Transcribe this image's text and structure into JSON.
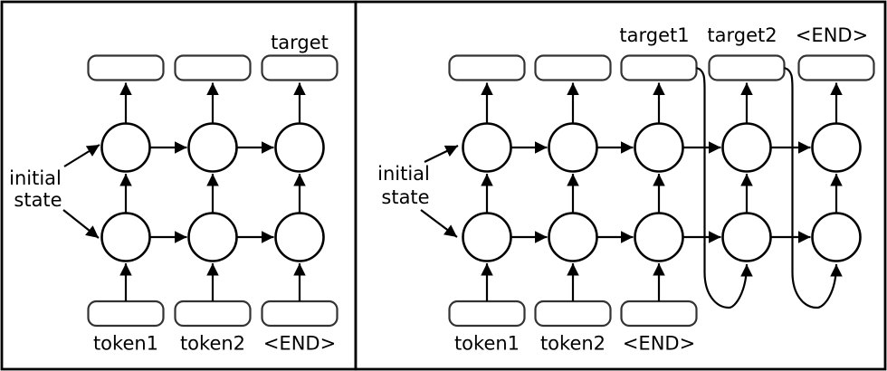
{
  "diagram": {
    "panels": [
      {
        "id": "left",
        "top_labels": [
          "",
          "",
          "target"
        ],
        "bottom_labels": [
          "token1",
          "token2",
          "<END>"
        ],
        "initial_state_lines": [
          "initial",
          "state"
        ]
      },
      {
        "id": "right",
        "top_labels": [
          "",
          "",
          "target1",
          "target2",
          "<END>"
        ],
        "bottom_labels": [
          "token1",
          "token2",
          "<END>"
        ],
        "initial_state_lines": [
          "initial",
          "state"
        ]
      }
    ],
    "colors": {
      "line": "#000000",
      "box_stroke": "#333333",
      "text": "#000000",
      "background": "#ffffff"
    }
  }
}
